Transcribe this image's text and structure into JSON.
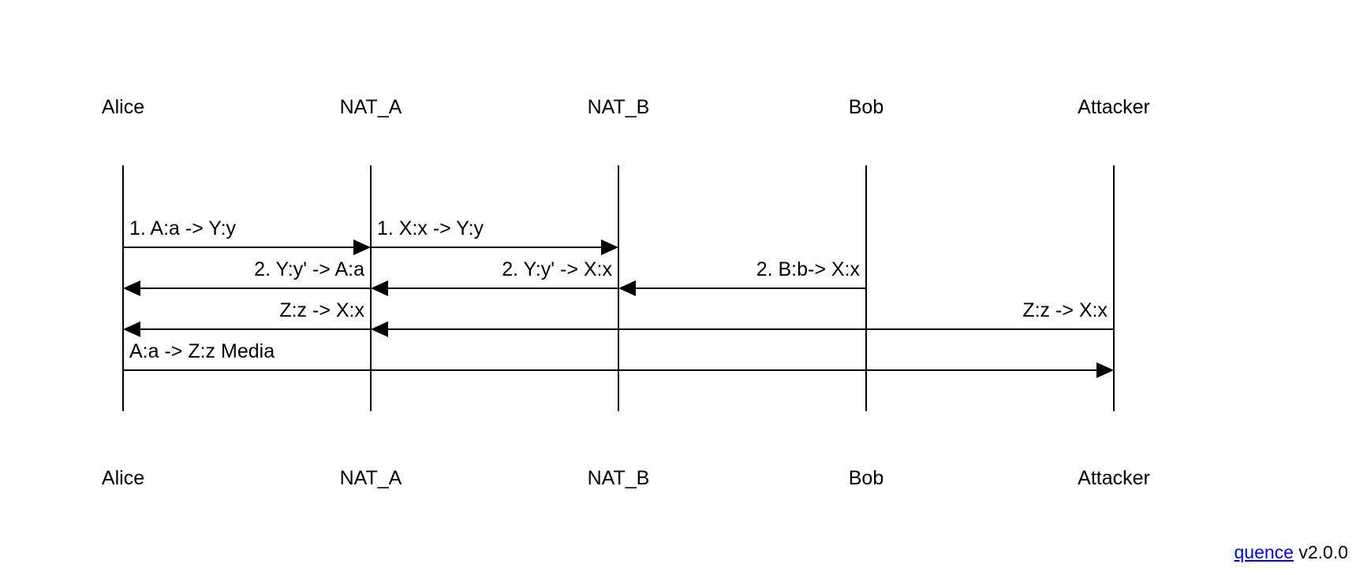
{
  "participants": [
    {
      "id": "alice",
      "label": "Alice"
    },
    {
      "id": "nat_a",
      "label": "NAT_A"
    },
    {
      "id": "nat_b",
      "label": "NAT_B"
    },
    {
      "id": "bob",
      "label": "Bob"
    },
    {
      "id": "attacker",
      "label": "Attacker"
    }
  ],
  "messages": [
    {
      "from": 0,
      "to": 1,
      "label": "1. A:a -> Y:y"
    },
    {
      "from": 1,
      "to": 2,
      "label": "1. X:x -> Y:y"
    },
    {
      "from": 1,
      "to": 0,
      "label": "2. Y:y' -> A:a"
    },
    {
      "from": 2,
      "to": 1,
      "label": "2. Y:y' -> X:x"
    },
    {
      "from": 3,
      "to": 2,
      "label": "2. B:b-> X:x"
    },
    {
      "from": 1,
      "to": 0,
      "label": "Z:z -> X:x"
    },
    {
      "from": 4,
      "to": 1,
      "label": "Z:z -> X:x"
    },
    {
      "from": 0,
      "to": 4,
      "label": "A:a -> Z:z Media"
    }
  ],
  "footer": {
    "link_text": "quence",
    "version": "v2.0.0"
  }
}
